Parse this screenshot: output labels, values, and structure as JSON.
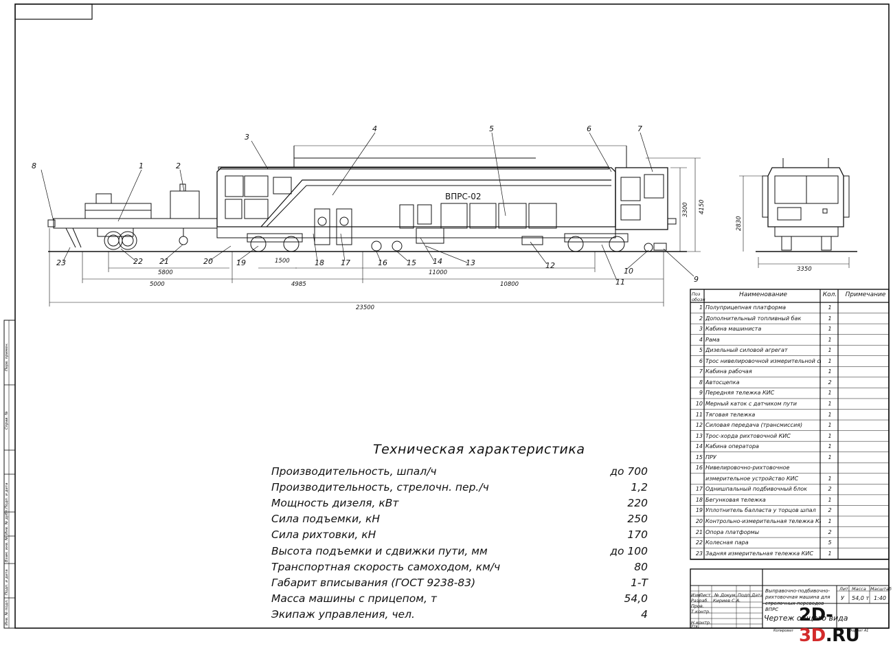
{
  "drawing": {
    "model_label": "ВПРС-02",
    "position_numbers": [
      "1",
      "2",
      "3",
      "4",
      "5",
      "6",
      "7",
      "8",
      "9",
      "10",
      "11",
      "12",
      "13",
      "14",
      "15",
      "16",
      "17",
      "18",
      "19",
      "20",
      "21",
      "22",
      "23"
    ],
    "dimensions": {
      "d5000": "5000",
      "d5800": "5800",
      "d1500": "1500",
      "d4985": "4985",
      "d11000": "11000",
      "d10800": "10800",
      "d23500": "23500",
      "d3300": "3300",
      "d4150": "4150",
      "d2830": "2830",
      "d3350": "3350"
    }
  },
  "tech": {
    "title": "Техническая характеристика",
    "rows": [
      {
        "name": "Производительность, шпал/ч",
        "value": "до 700"
      },
      {
        "name": "Производительность, стрелочн. пер./ч",
        "value": "1,2"
      },
      {
        "name": "Мощность дизеля, кВт",
        "value": "220"
      },
      {
        "name": "Сила подъемки, кН",
        "value": "250"
      },
      {
        "name": "Сила рихтовки, кН",
        "value": "170"
      },
      {
        "name": "Высота подъемки и сдвижки пути, мм",
        "value": "до 100"
      },
      {
        "name": "Транспортная скорость самоходом, км/ч",
        "value": "80"
      },
      {
        "name": "Габарит вписывания (ГОСТ 9238-83)",
        "value": "1-Т"
      },
      {
        "name": "Масса машины с прицепом, т",
        "value": "54,0"
      },
      {
        "name": "Экипаж управления, чел.",
        "value": "4"
      }
    ]
  },
  "spec": {
    "headers": {
      "pos": "Поз обозн",
      "name": "Наименование",
      "qty": "Кол.",
      "note": "Примечание"
    },
    "rows": [
      {
        "pos": "1",
        "name": "Полуприцепная платформа",
        "qty": "1"
      },
      {
        "pos": "2",
        "name": "Дополнительный топливный бак",
        "qty": "1"
      },
      {
        "pos": "3",
        "name": "Кабина машиниста",
        "qty": "1"
      },
      {
        "pos": "4",
        "name": "Рама",
        "qty": "1"
      },
      {
        "pos": "5",
        "name": "Дизельный силовой агрегат",
        "qty": "1"
      },
      {
        "pos": "6",
        "name": "Трос нивелировочной измерительной системы",
        "qty": "1"
      },
      {
        "pos": "7",
        "name": "Кабина рабочая",
        "qty": "1"
      },
      {
        "pos": "8",
        "name": "Автосцепка",
        "qty": "2"
      },
      {
        "pos": "9",
        "name": "Передняя тележка КИС",
        "qty": "1"
      },
      {
        "pos": "10",
        "name": "Мерный каток с датчиком пути",
        "qty": "1"
      },
      {
        "pos": "11",
        "name": "Тяговая тележка",
        "qty": "1"
      },
      {
        "pos": "12",
        "name": "Силовая передача (трансмиссия)",
        "qty": "1"
      },
      {
        "pos": "13",
        "name": "Трос-хорда рихтовочной КИС",
        "qty": "1"
      },
      {
        "pos": "14",
        "name": "Кабина оператора",
        "qty": "1"
      },
      {
        "pos": "15",
        "name": "ПРУ",
        "qty": "1"
      },
      {
        "pos": "16",
        "name": "Нивелировочно-рихтовочное",
        "qty": ""
      },
      {
        "pos": "",
        "name": "измерительное устройство КИС",
        "qty": "1"
      },
      {
        "pos": "17",
        "name": "Однишпальный подбивочный блок",
        "qty": "2"
      },
      {
        "pos": "18",
        "name": "Бегунковая тележка",
        "qty": "1"
      },
      {
        "pos": "19",
        "name": "Уплотнитель балласта у торцов шпал",
        "qty": "2"
      },
      {
        "pos": "20",
        "name": "Контрольно-измерительная тележка КИС",
        "qty": "1"
      },
      {
        "pos": "21",
        "name": "Опора платформы",
        "qty": "2"
      },
      {
        "pos": "22",
        "name": "Колесная пара",
        "qty": "5"
      },
      {
        "pos": "23",
        "name": "Задняя измерительная тележка КИС",
        "qty": "1"
      }
    ]
  },
  "title_block": {
    "col_izm": "Изм",
    "col_list": "Лист",
    "col_doc": "№ Докум.",
    "col_sign": "Подп.",
    "col_date": "Дата",
    "razrab": "Разраб.",
    "razrab_name": "Кириев С.А.",
    "prov": "Пров.",
    "tkontr": "Т.контр.",
    "nkontr": "Н.контр.",
    "utv": "Утв.",
    "product_name": "Выправочно-подбивочно-рихтовочная машина для стрелочных переводов ВПРС",
    "doc_type": "Чертеж общего вида",
    "lit_label": "Лит.",
    "mass_label": "Масса",
    "scale_label": "Масштаб",
    "lit": "У",
    "mass": "54,0 т",
    "scale": "1:40",
    "copied": "Копировал",
    "format": "Формат А1"
  },
  "side_stamps": [
    "Перв. примен.",
    "Справ. №",
    "Подп. и дата",
    "Инв. № дубл.",
    "Взам. инв. №",
    "Подп. и дата",
    "Инв. № подл."
  ],
  "watermark": {
    "part1": "2D-",
    "part2": "3D",
    "part3": ".RU"
  }
}
